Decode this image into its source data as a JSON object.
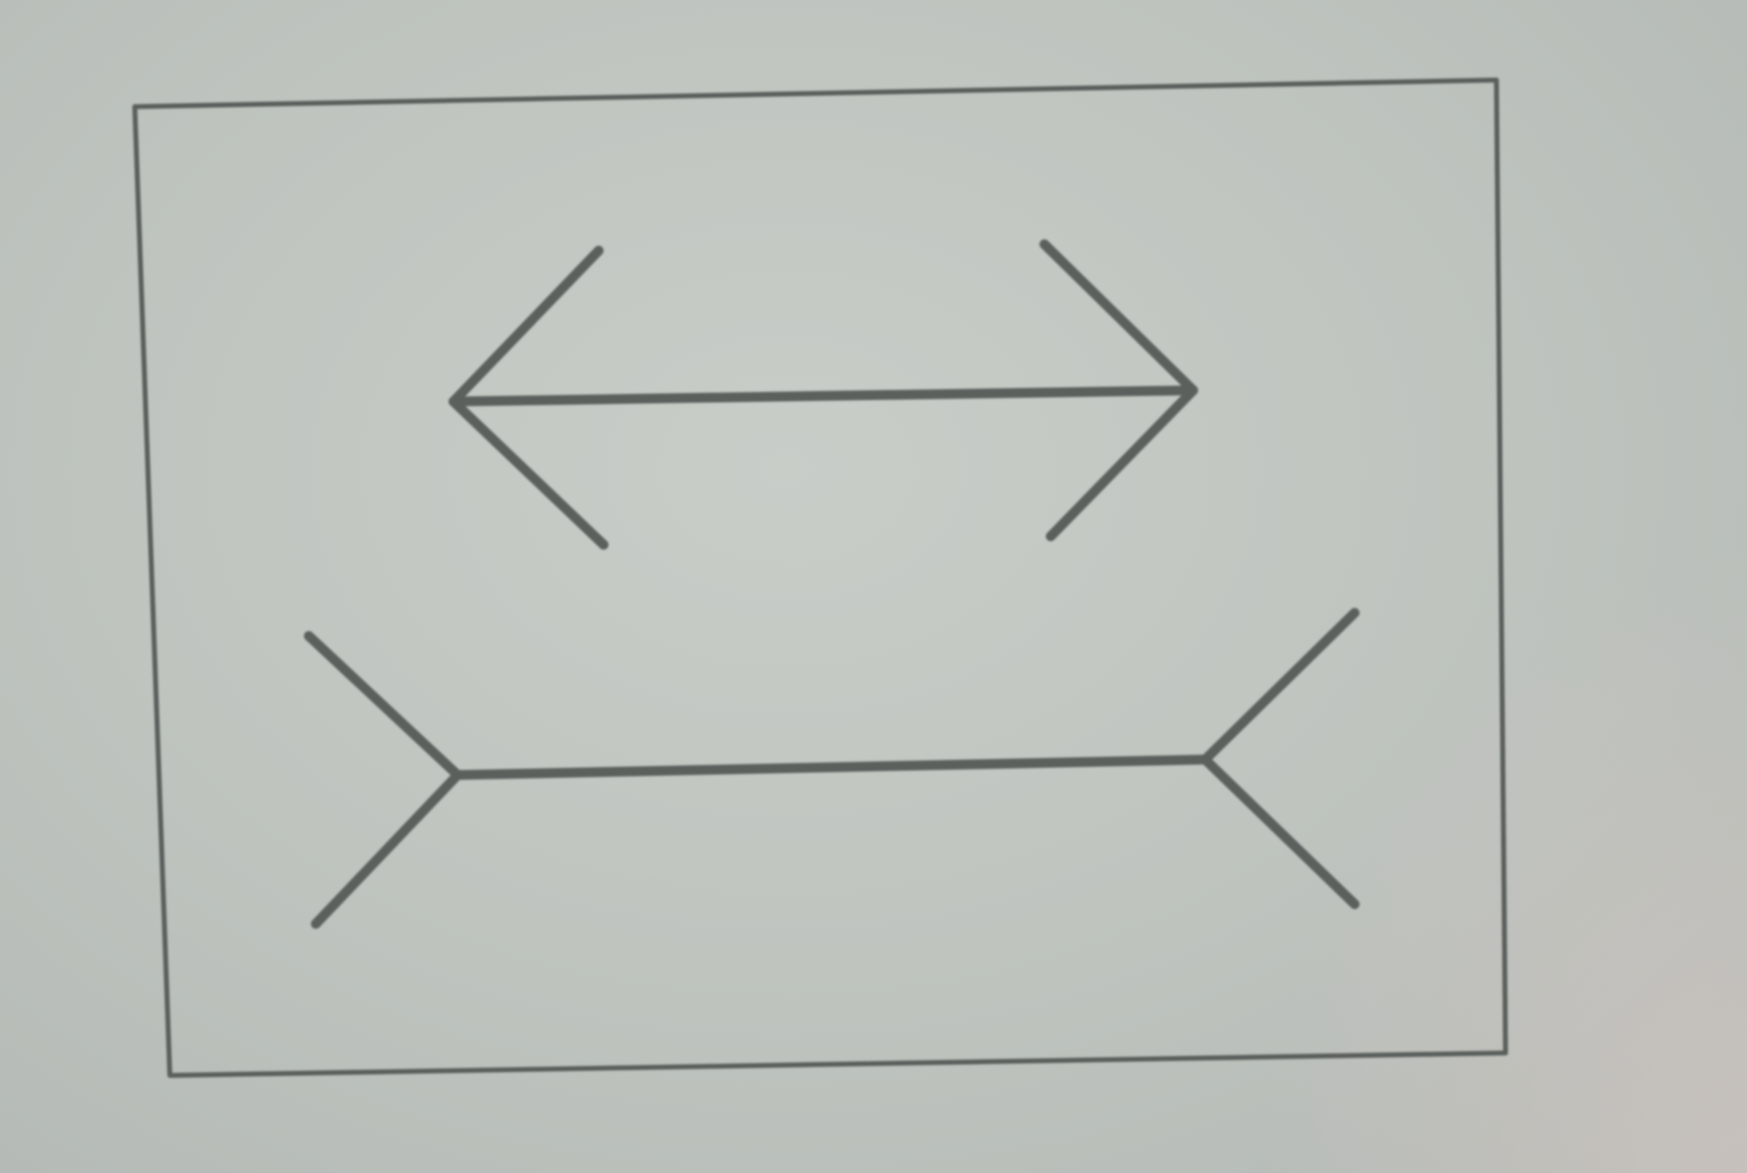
{
  "figure": {
    "description_visible_text": "",
    "colors": {
      "paper": "#c4c9c4",
      "ink": "#5c605d",
      "frame": "#5a5e5b"
    },
    "elements": [
      {
        "name": "frame-rectangle",
        "shape": "rectangle"
      },
      {
        "name": "upper-shaft",
        "shape": "line"
      },
      {
        "name": "upper-left-arrowhead",
        "shape": "arrowhead",
        "direction": "outward"
      },
      {
        "name": "upper-right-arrowhead",
        "shape": "arrowhead",
        "direction": "outward"
      },
      {
        "name": "lower-shaft",
        "shape": "line"
      },
      {
        "name": "lower-left-fins",
        "shape": "fins",
        "direction": "inward"
      },
      {
        "name": "lower-right-fins",
        "shape": "fins",
        "direction": "inward"
      }
    ]
  }
}
